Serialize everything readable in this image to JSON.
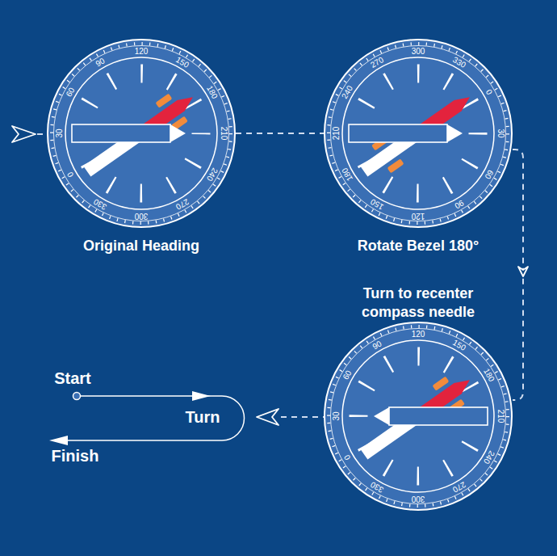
{
  "diagram": {
    "nodes": [
      {
        "text": [
          "Original Heading"
        ]
      },
      {
        "text": [
          "Rotate Bezel 180°"
        ]
      },
      {
        "text": [
          "Turn to recenter compass needle"
        ]
      }
    ],
    "edges": [
      {
        "from": 0,
        "to": 1,
        "arrow": "none"
      },
      {
        "from": 1,
        "to": 2,
        "arrow": "to"
      }
    ],
    "labels": [
      "0",
      "30",
      "60",
      "90",
      "120",
      "150",
      "180",
      "210",
      "240",
      "270",
      "300",
      "330",
      "0",
      "30",
      "60",
      "90",
      "120",
      "150",
      "180",
      "210",
      "240",
      "270",
      "300",
      "330",
      "0",
      "30",
      "60",
      "90",
      "120",
      "150",
      "180",
      "210",
      "240",
      "270",
      "300",
      "330",
      "Start",
      "Turn",
      "Finish"
    ]
  }
}
